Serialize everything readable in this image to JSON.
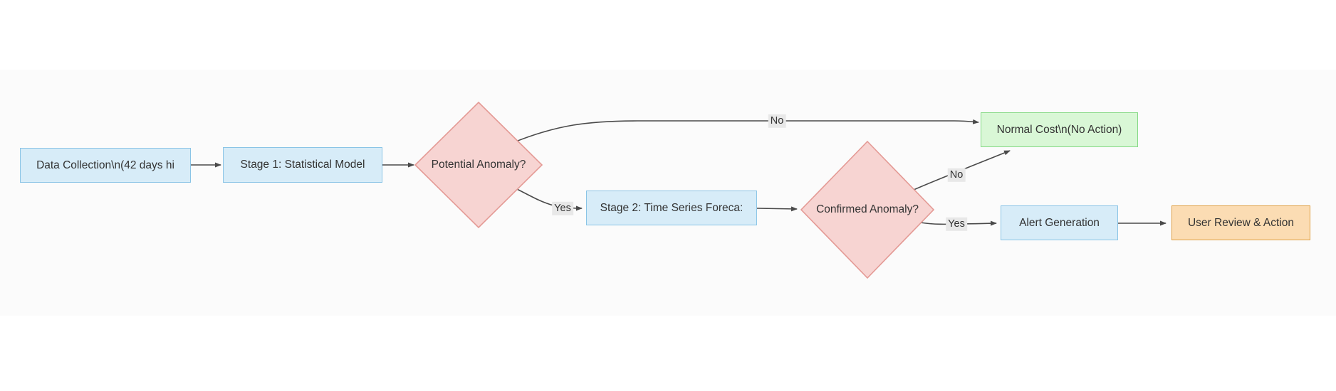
{
  "diagram": {
    "type": "flowchart",
    "direction": "left-to-right",
    "nodes": [
      {
        "id": "A",
        "shape": "rect",
        "style": "blue",
        "label": "Data Collection\\n(42 days hi"
      },
      {
        "id": "B",
        "shape": "rect",
        "style": "blue",
        "label": "Stage 1: Statistical Model"
      },
      {
        "id": "C",
        "shape": "diamond",
        "style": "pink",
        "label": "Potential Anomaly?"
      },
      {
        "id": "D",
        "shape": "rect",
        "style": "blue",
        "label": "Stage 2: Time Series Foreca:"
      },
      {
        "id": "E",
        "shape": "diamond",
        "style": "pink",
        "label": "Confirmed Anomaly?"
      },
      {
        "id": "F",
        "shape": "rect",
        "style": "green",
        "label": "Normal Cost\\n(No Action)"
      },
      {
        "id": "G",
        "shape": "rect",
        "style": "blue",
        "label": "Alert Generation"
      },
      {
        "id": "H",
        "shape": "rect",
        "style": "orange",
        "label": "User Review & Action"
      }
    ],
    "edges": [
      {
        "from": "A",
        "to": "B",
        "label": ""
      },
      {
        "from": "B",
        "to": "C",
        "label": ""
      },
      {
        "from": "C",
        "to": "F",
        "label": "No"
      },
      {
        "from": "C",
        "to": "D",
        "label": "Yes"
      },
      {
        "from": "D",
        "to": "E",
        "label": ""
      },
      {
        "from": "E",
        "to": "F",
        "label": "No"
      },
      {
        "from": "E",
        "to": "G",
        "label": "Yes"
      },
      {
        "from": "G",
        "to": "H",
        "label": ""
      }
    ],
    "colors": {
      "node_blue_fill": "#d7ecf8",
      "node_blue_border": "#8ac4e6",
      "node_pink_fill": "#f7d4d2",
      "node_pink_border": "#e49a95",
      "node_green_fill": "#d9f7d6",
      "node_green_border": "#85d985",
      "node_orange_fill": "#fbdcb3",
      "node_orange_border": "#dfa045",
      "edge_line": "#4a4a4a",
      "edge_label_background": "#e8e8e8",
      "text": "#333333"
    }
  }
}
